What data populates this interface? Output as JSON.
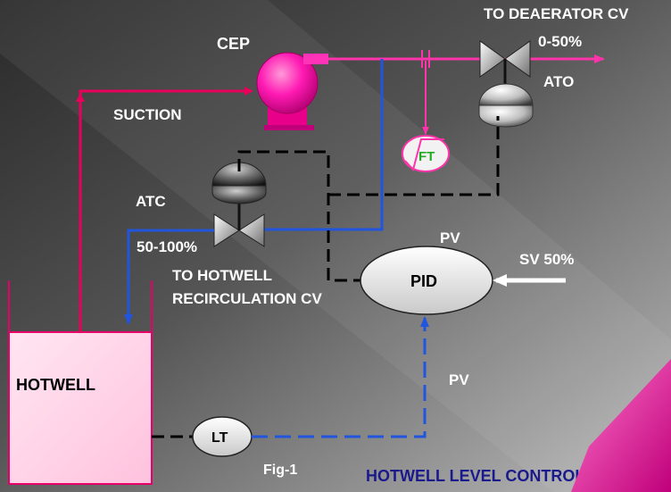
{
  "labels": {
    "cep": "CEP",
    "to_deaerator": "TO DEAERATOR CV",
    "deaerator_range": "0-50%",
    "ato": "ATO",
    "suction": "SUCTION",
    "ft": "FT",
    "atc": "ATC",
    "recirc_range": "50-100%",
    "to_hotwell_1": "TO HOTWELL",
    "to_hotwell_2": "RECIRCULATION CV",
    "pv_top": "PV",
    "sv": "SV  50%",
    "pid": "PID",
    "hotwell": "HOTWELL",
    "pv_bottom": "PV",
    "lt": "LT",
    "fig": "Fig-1",
    "title": "HOTWELL LEVEL CONTROL"
  },
  "colors": {
    "condensate_line": "#e8005a",
    "discharge_line": "#ff33aa",
    "recirc_line": "#2255dd",
    "signal_line": "#000000",
    "pump": "#ff1ab3",
    "hotwell_fill": "#ffd6ea",
    "hotwell_border": "#e8006a",
    "title_text": "#1a1a8c",
    "sv_arrow": "#ffffff"
  }
}
